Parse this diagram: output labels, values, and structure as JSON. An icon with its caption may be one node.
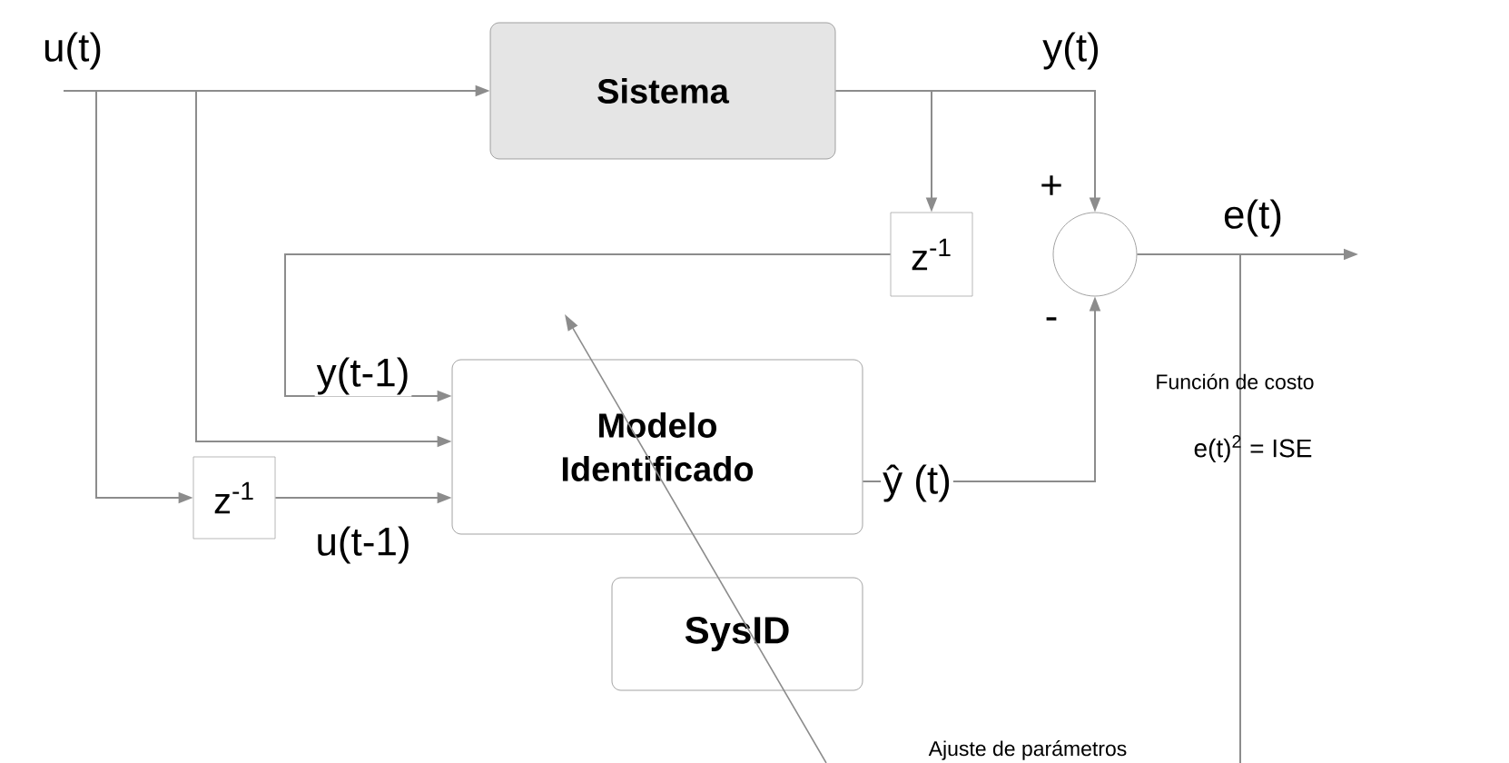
{
  "diagram": {
    "nodes": [
      {
        "text": [
          "Sistema"
        ]
      },
      {
        "text": [
          "z$^{-1}$"
        ]
      },
      {
        "text": [],
        "shape": "circle"
      },
      {
        "text": [
          "Modelo Identificado"
        ]
      },
      {
        "text": [
          "z$^{-1}$"
        ]
      },
      {
        "text": [
          "SysID"
        ]
      }
    ],
    "edges": [
      {
        "from": null,
        "to": 0,
        "arrow": "to",
        "label": "u(t)"
      },
      {
        "from": null,
        "to": 3,
        "arrow": "to"
      },
      {
        "from": null,
        "to": 4,
        "arrow": "to"
      },
      {
        "from": 0,
        "to": 2,
        "arrow": "to",
        "label": "y(t)"
      },
      {
        "from": 0,
        "to": 1,
        "arrow": "to"
      },
      {
        "from": 1,
        "to": 3,
        "arrow": "to",
        "label": "y(t-1)"
      },
      {
        "from": 4,
        "to": 3,
        "arrow": "to",
        "label": "u(t-1)"
      },
      {
        "from": 3,
        "to": 2,
        "arrow": "to",
        "label": "ŷ (t)"
      },
      {
        "from": 2,
        "to": null,
        "arrow": "to",
        "label": "e(t)"
      },
      {
        "from": 2,
        "to": null,
        "arrow": "none"
      }
    ],
    "labels": [
      "+",
      "-",
      "Función de costo",
      "e(t)$^{2}$ = ISE",
      "Ajuste de parámetros"
    ]
  }
}
